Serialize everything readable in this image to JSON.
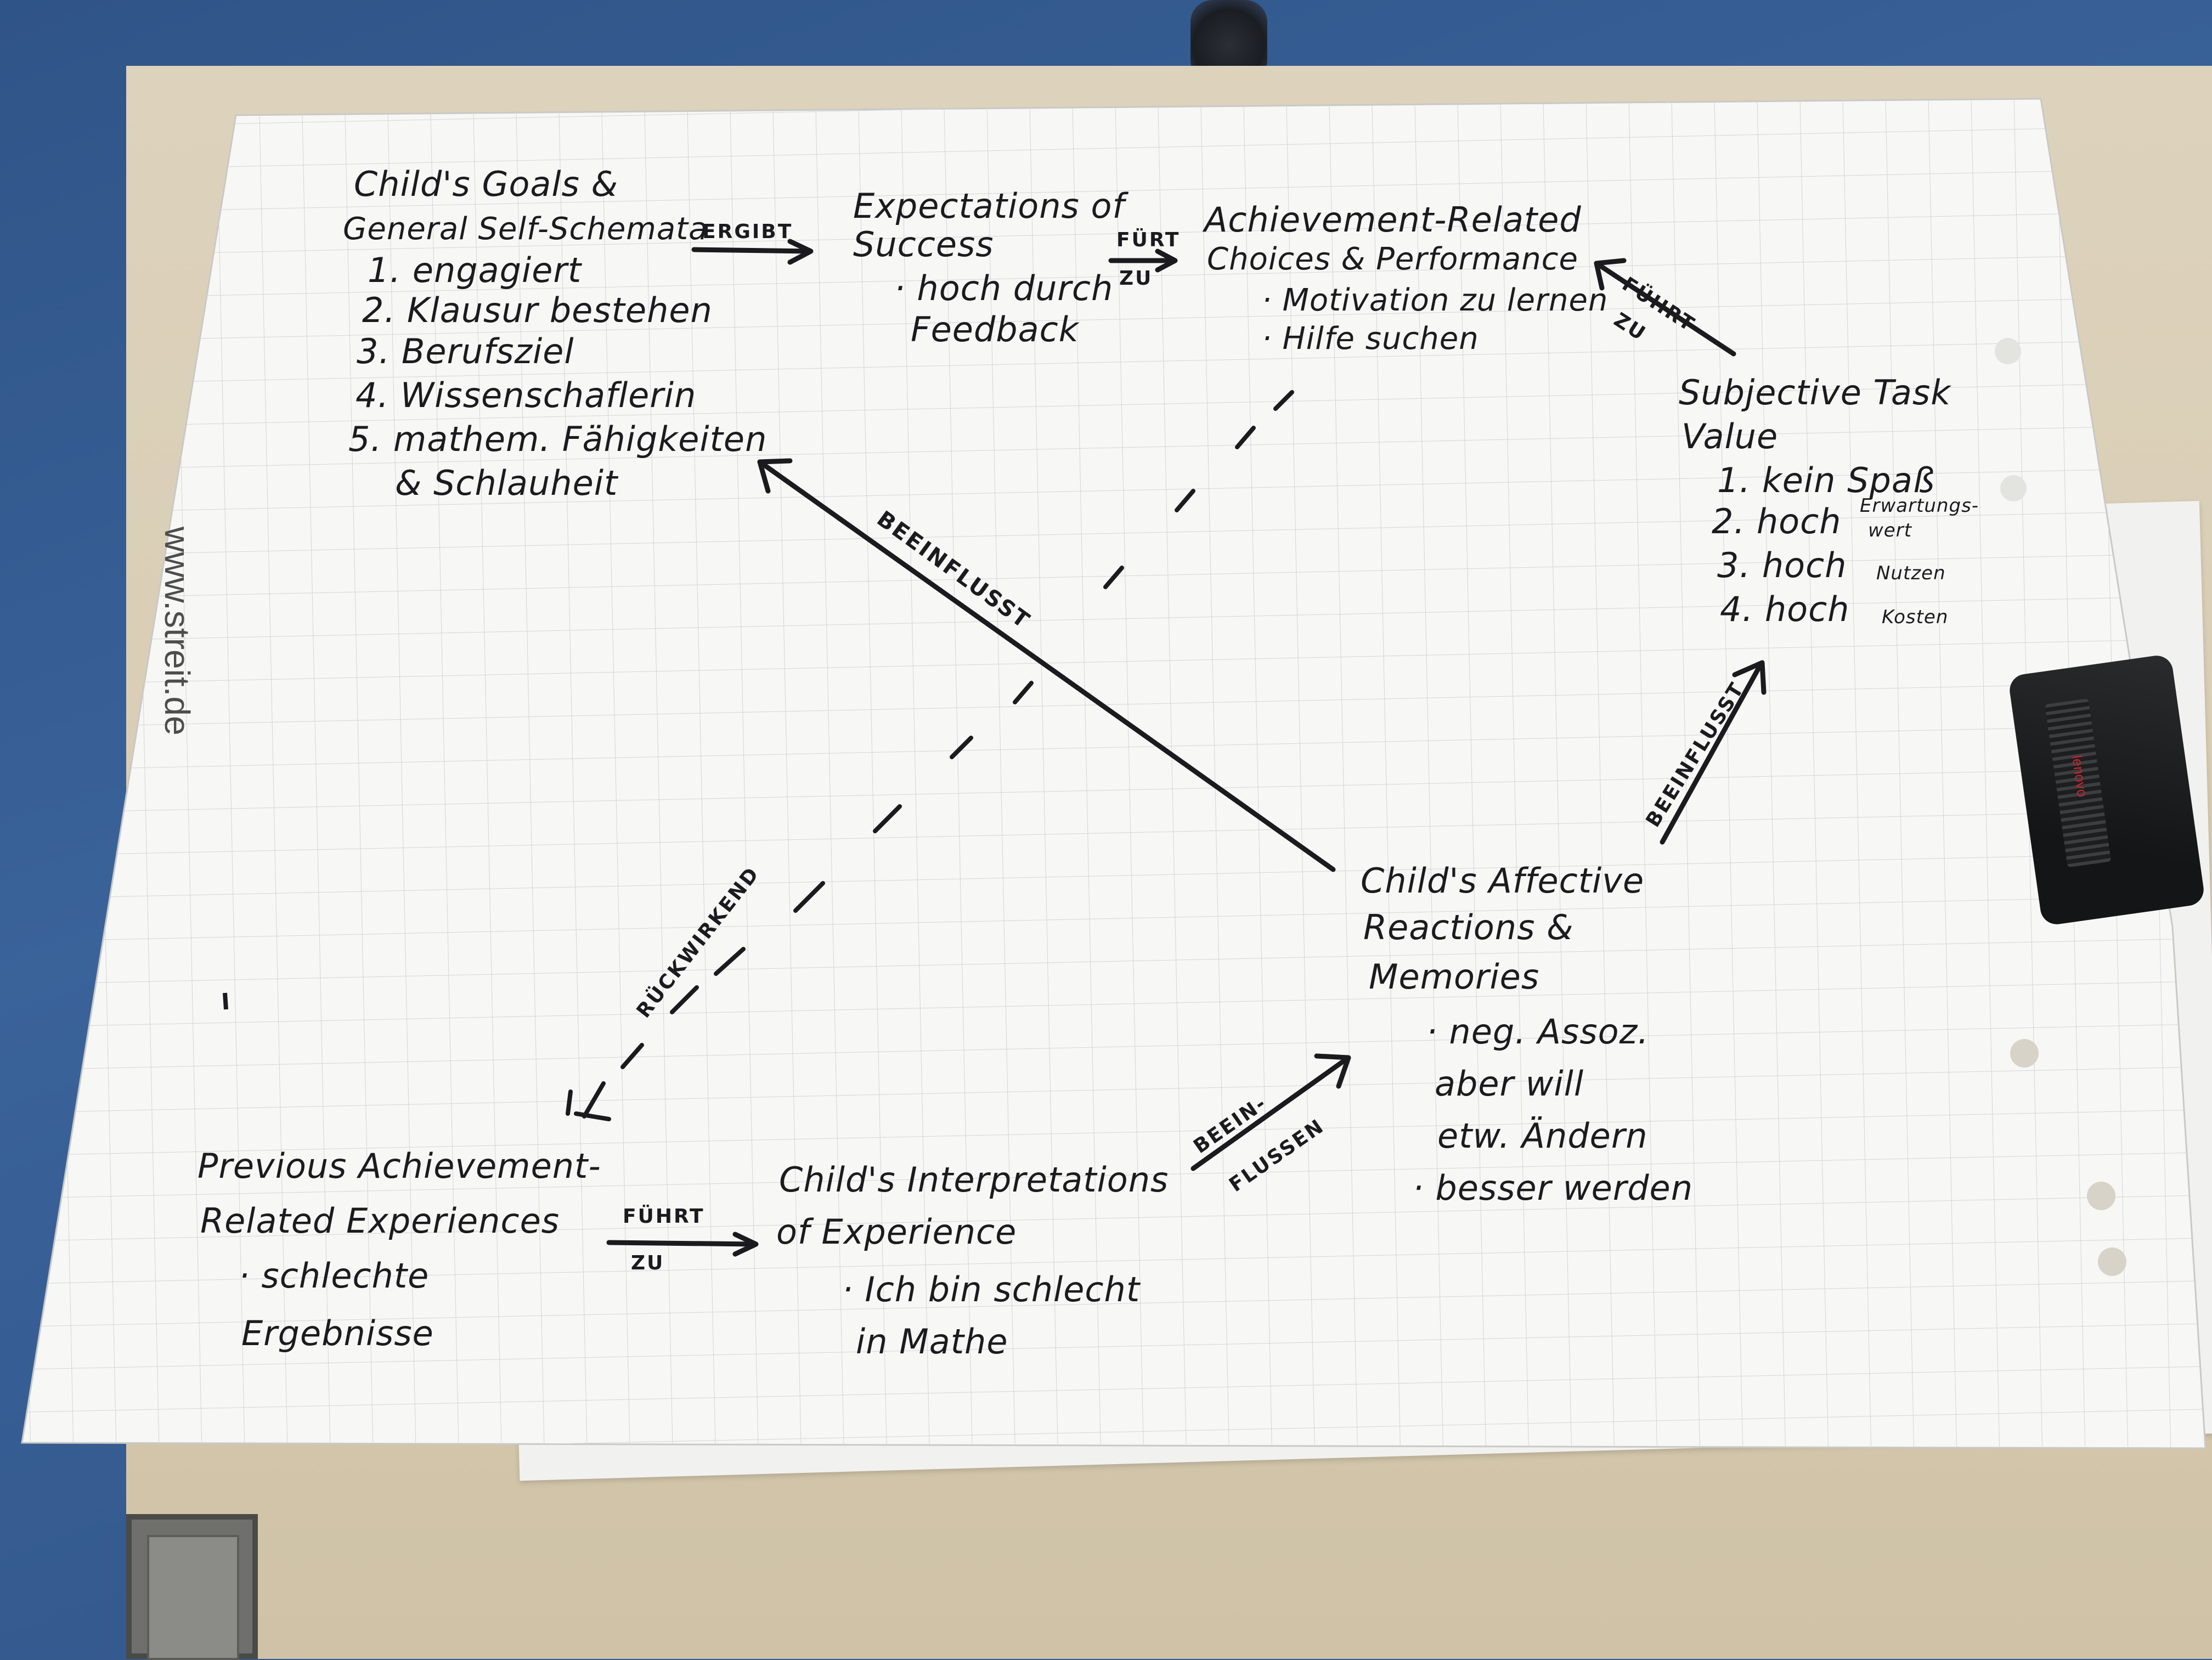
{
  "watermark": {
    "url": "www.streit.de"
  },
  "charger": {
    "brand": "lenovo"
  },
  "nodes": {
    "goals": {
      "title_line1": "Child's Goals &",
      "title_line2": "General Self-Schemata",
      "items": [
        "1. engagiert",
        "2. Klausur bestehen",
        "3. Berufsziel",
        "4. Wissenschaflerin",
        "5. mathem. Fähigkeiten",
        "& Schlauheit"
      ]
    },
    "expectations": {
      "title_line1": "Expectations of",
      "title_line2": "Success",
      "items": [
        "· hoch durch",
        "Feedback"
      ]
    },
    "choices": {
      "title_line1": "Achievement-Related",
      "title_line2": "Choices & Performance",
      "items": [
        "· Motivation zu lernen",
        "· Hilfe suchen"
      ]
    },
    "value": {
      "title_line1": "Subjective Task",
      "title_line2": "Value",
      "items": [
        "1. kein Spaß",
        "2. hoch",
        "3. hoch",
        "4. hoch"
      ],
      "notes": [
        "Erwartungs-",
        "wert",
        "Nutzen",
        "Kosten"
      ]
    },
    "affective": {
      "title_line1": "Child's Affective",
      "title_line2": "Reactions &",
      "title_line3": "Memories",
      "items": [
        "· neg. Assoz.",
        "aber will",
        "etw. Ändern",
        "· besser werden"
      ]
    },
    "previous": {
      "title_line1": "Previous Achievement-",
      "title_line2": "Related Experiences",
      "items": [
        "· schlechte",
        "Ergebnisse"
      ]
    },
    "interpretations": {
      "title_line1": "Child's Interpretations",
      "title_line2": "of Experience",
      "items": [
        "· Ich bin schlecht",
        "in Mathe"
      ]
    }
  },
  "edges": {
    "ergibt": "ERGIBT",
    "fuert_zu_a": "FÜRT",
    "fuert_zu_b": "ZU",
    "fuehrt_zu_value_a": "FÜHRT",
    "fuehrt_zu_value_b": "ZU",
    "beeinflusst_goals": "BEEINFLUSST",
    "beeinflusst_value": "BEEINFLUSST",
    "beeinflussen_a": "BEEIN-",
    "beeinflussen_b": "FLUSSEN",
    "fuehrt_zu_bottom_a": "FÜHRT",
    "fuehrt_zu_bottom_b": "ZU",
    "rueckwirkend": "RÜCKWIRKEND"
  },
  "colors": {
    "ink": "#1b1b1f",
    "paper": "#f7f7f5",
    "grid": "#d3d5d8",
    "desk": "#355a8c",
    "table": "#d8ccb3"
  }
}
